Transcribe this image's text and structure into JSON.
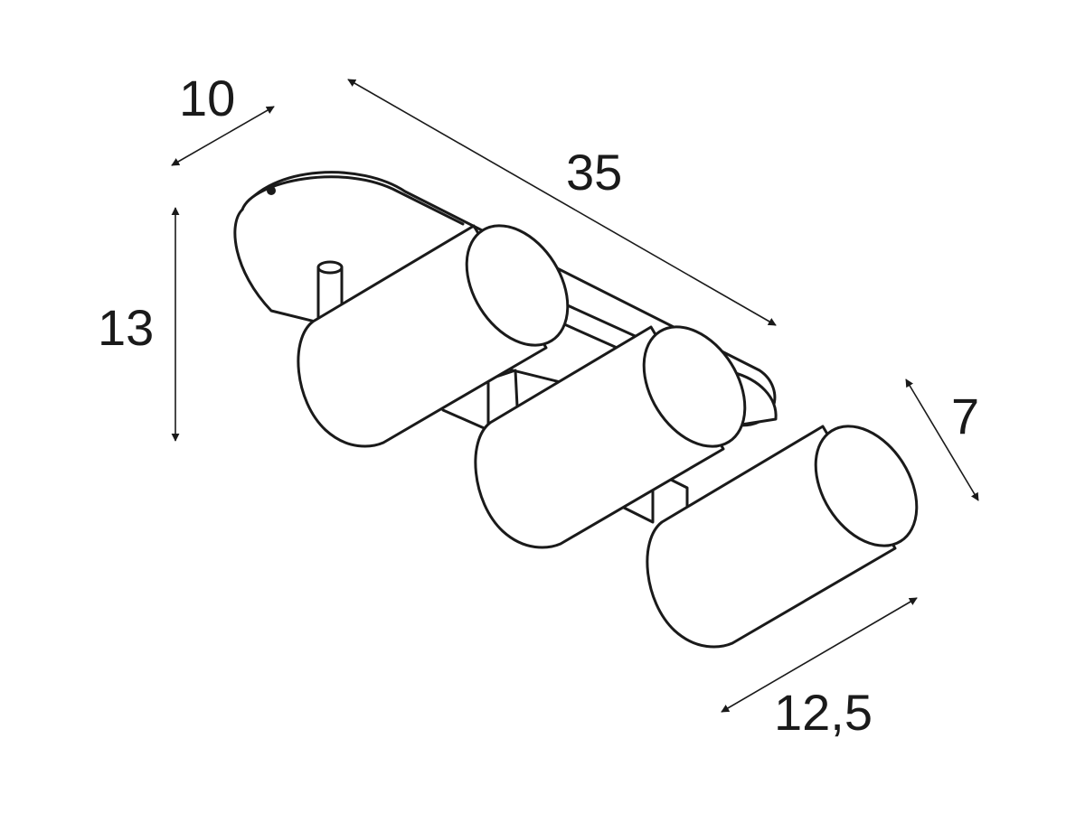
{
  "diagram": {
    "colors": {
      "line": "#1a1a1a",
      "background": "#ffffff"
    },
    "dimensions": {
      "depth": "10",
      "length": "35",
      "height": "13",
      "spot_diameter": "7",
      "spot_length": "12,5"
    }
  }
}
